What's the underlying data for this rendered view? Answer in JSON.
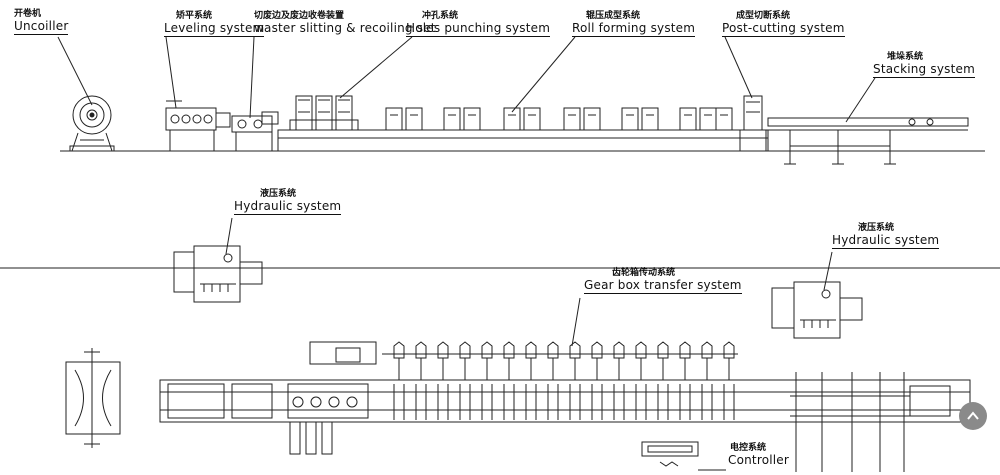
{
  "labels": {
    "uncoiler": {
      "cn": "开卷机",
      "en": "Uncoiller"
    },
    "leveling": {
      "cn": "矫平系统",
      "en": "Leveling system"
    },
    "slitting": {
      "cn": "切废边及废边收卷装置",
      "en": "waster slitting & recoiling set"
    },
    "holes": {
      "cn": "冲孔系统",
      "en": "Holes punching system"
    },
    "rollforming": {
      "cn": "辊压成型系统",
      "en": "Roll forming system"
    },
    "postcut": {
      "cn": "成型切断系统",
      "en": "Post-cutting system"
    },
    "stacking": {
      "cn": "堆垛系统",
      "en": "Stacking system"
    },
    "hydraulic_left": {
      "cn": "液压系统",
      "en": "Hydraulic system"
    },
    "hydraulic_right": {
      "cn": "液压系统",
      "en": "Hydraulic system"
    },
    "gearbox": {
      "cn": "齿轮箱传动系统",
      "en": "Gear box transfer system"
    },
    "controller": {
      "cn": "电控系统",
      "en": "Controller"
    }
  },
  "controls": {
    "scroll_top": "chevron-up-icon"
  }
}
